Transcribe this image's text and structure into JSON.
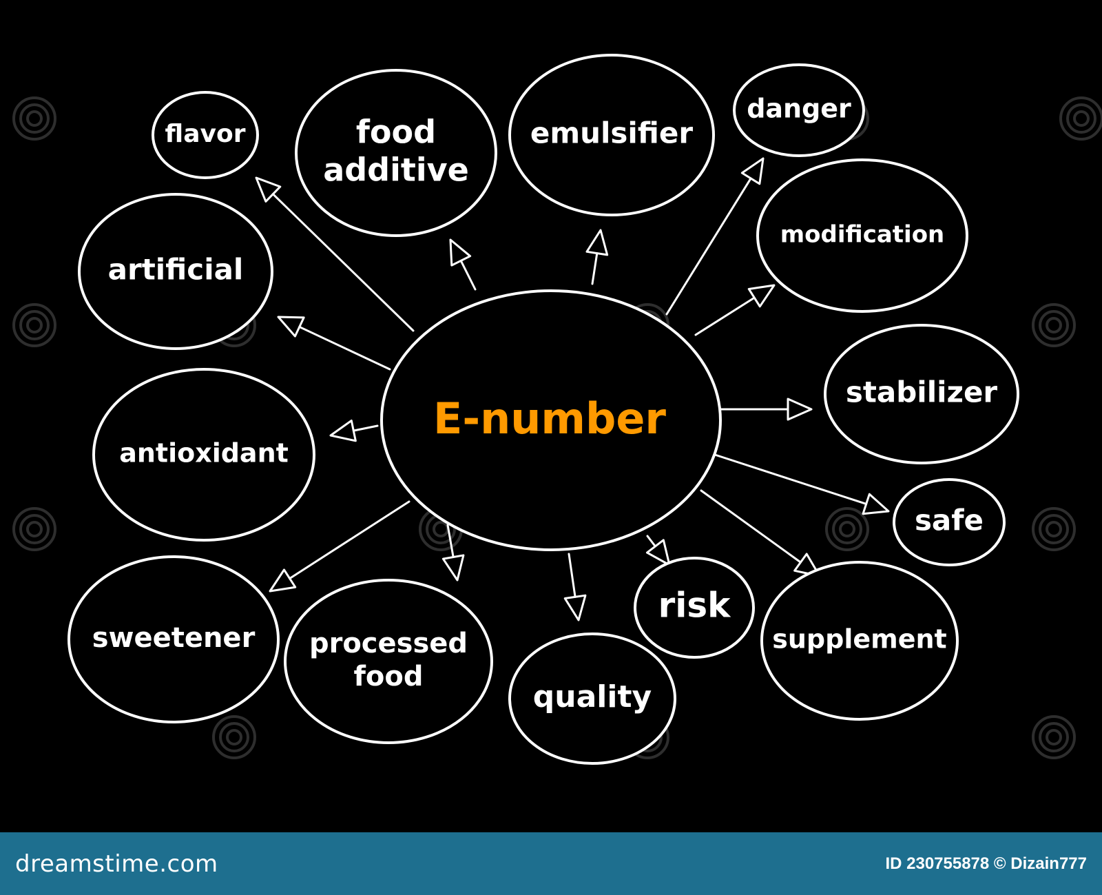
{
  "center": {
    "label": "E-number",
    "color": "#ff9a00"
  },
  "nodes": [
    {
      "id": "flavor",
      "label": "flavor"
    },
    {
      "id": "food-additive",
      "label": "food additive"
    },
    {
      "id": "emulsifier",
      "label": "emulsifier"
    },
    {
      "id": "danger",
      "label": "danger"
    },
    {
      "id": "modification",
      "label": "modification"
    },
    {
      "id": "artificial",
      "label": "artificial"
    },
    {
      "id": "stabilizer",
      "label": "stabilizer"
    },
    {
      "id": "antioxidant",
      "label": "antioxidant"
    },
    {
      "id": "safe",
      "label": "safe"
    },
    {
      "id": "sweetener",
      "label": "sweetener"
    },
    {
      "id": "processed-food",
      "label": "processed food"
    },
    {
      "id": "quality",
      "label": "quality"
    },
    {
      "id": "risk",
      "label": "risk"
    },
    {
      "id": "supplement",
      "label": "supplement"
    }
  ],
  "footer": {
    "brand": "dreamstime.com",
    "credit": "ID 230755878 © Dizain777"
  },
  "colors": {
    "background": "#000000",
    "stroke": "#ffffff",
    "footer": "#1e6f8f"
  }
}
